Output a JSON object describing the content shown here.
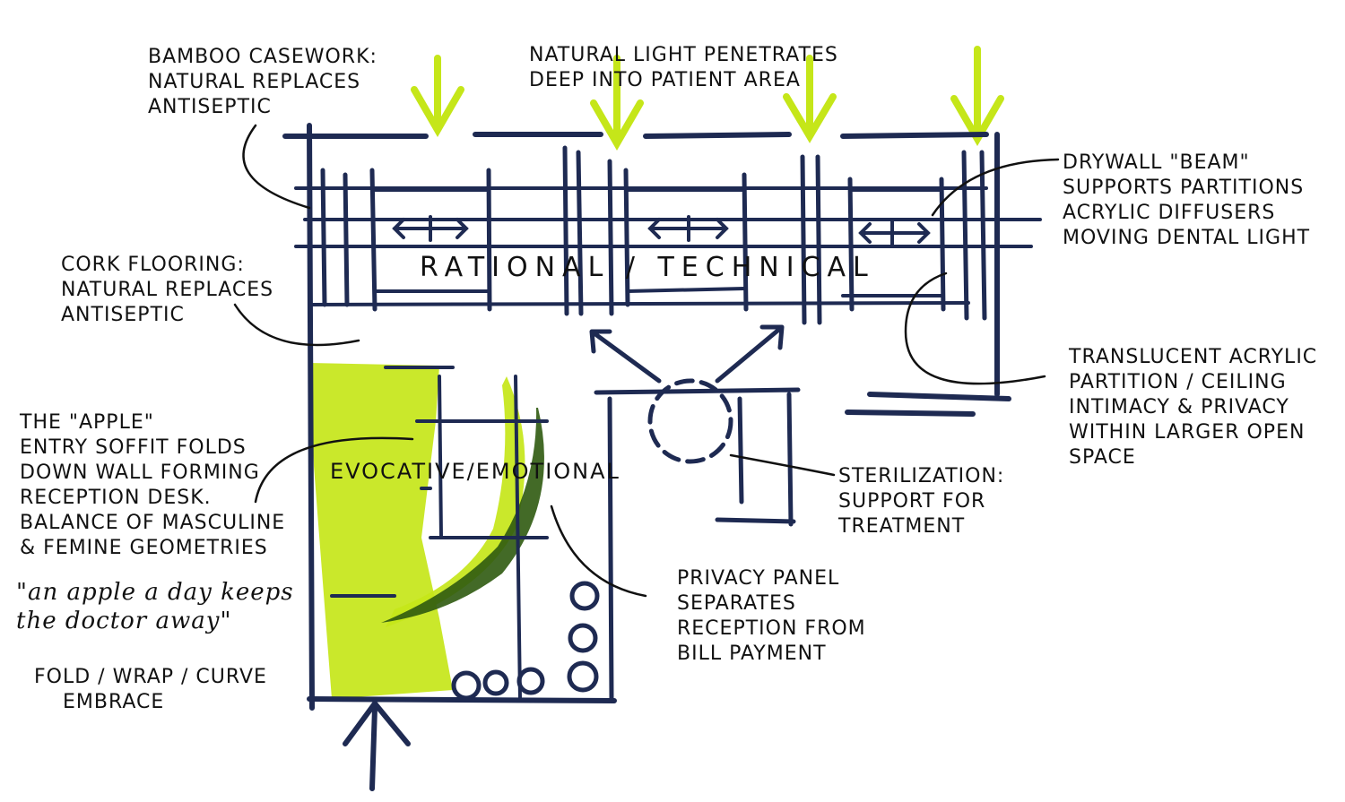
{
  "colors": {
    "ink": "#1e2a52",
    "highlight": "#c5e619",
    "highlight_dark": "#2f5a10",
    "text": "#111111"
  },
  "notes": {
    "bamboo": [
      "BAMBOO CASEWORK:",
      "NATURAL REPLACES",
      "ANTISEPTIC"
    ],
    "natural_light": [
      "NATURAL LIGHT PENETRATES",
      "DEEP INTO PATIENT AREA"
    ],
    "drywall": [
      "DRYWALL \"BEAM\"",
      "SUPPORTS PARTITIONS",
      "ACRYLIC DIFFUSERS",
      "MOVING DENTAL LIGHT"
    ],
    "cork": [
      "CORK FLOORING:",
      "NATURAL REPLACES",
      "ANTISEPTIC"
    ],
    "rational": "RATIONAL / TECHNICAL",
    "translucent": [
      "TRANSLUCENT ACRYLIC",
      "PARTITION / CEILING",
      "INTIMACY & PRIVACY",
      "WITHIN LARGER OPEN",
      "SPACE"
    ],
    "apple": [
      "THE \"APPLE\"",
      "ENTRY SOFFIT FOLDS",
      "DOWN WALL FORMING",
      "RECEPTION DESK.",
      "BALANCE OF MASCULINE",
      "& FEMINE GEOMETRIES"
    ],
    "apple_quote": [
      "\"an apple a day keeps",
      "the doctor away\""
    ],
    "fold": [
      "FOLD / WRAP / CURVE",
      "EMBRACE"
    ],
    "evocative": "EVOCATIVE/EMOTIONAL",
    "sterilization": [
      "STERILIZATION:",
      "SUPPORT FOR",
      "TREATMENT"
    ],
    "privacy": [
      "PRIVACY PANEL",
      "SEPARATES",
      "RECEPTION FROM",
      "BILL PAYMENT"
    ]
  }
}
